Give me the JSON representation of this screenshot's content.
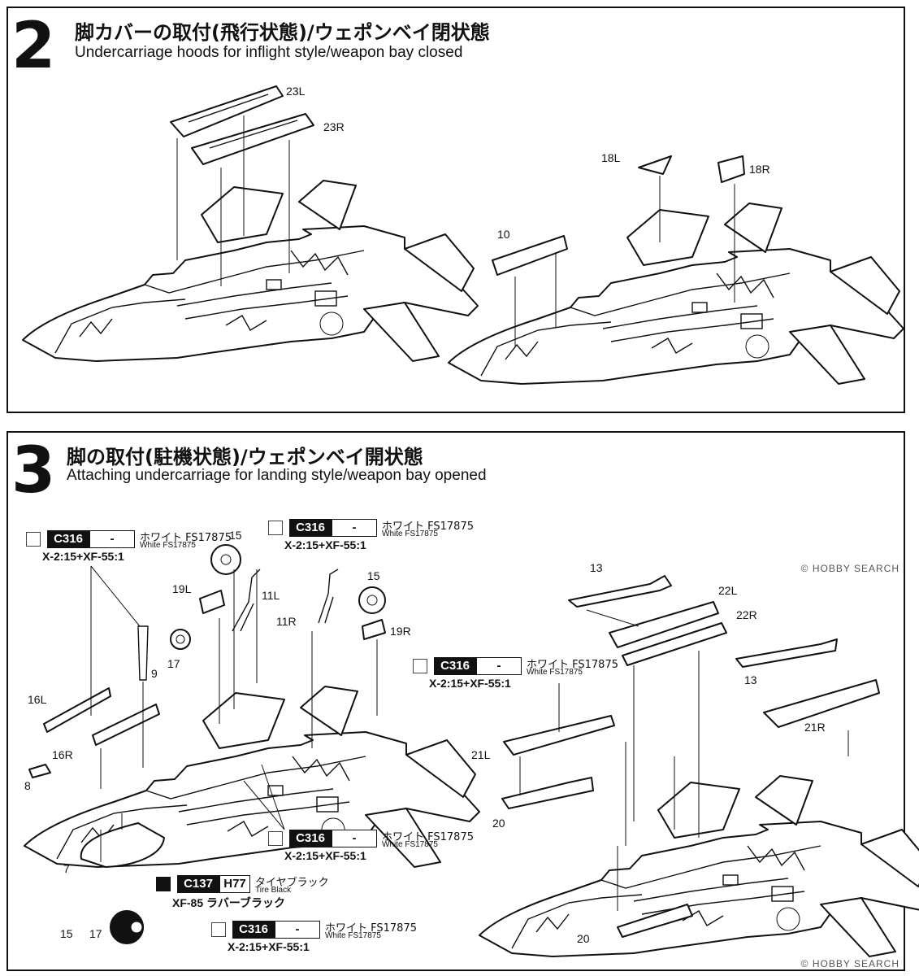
{
  "steps": [
    {
      "number": "2",
      "title_jp": "脚カバーの取付(飛行状態)/ウェポンベイ閉状態",
      "title_en": "Undercarriage hoods for inflight style/weapon bay closed"
    },
    {
      "number": "3",
      "title_jp": "脚の取付(駐機状態)/ウェポンベイ開状態",
      "title_en": "Attaching undercarriage for landing style/weapon bay opened"
    }
  ],
  "step2_parts": {
    "p23L": "23L",
    "p23R": "23R",
    "p18L": "18L",
    "p18R": "18R",
    "p10": "10"
  },
  "step3_parts": {
    "p15a": "15",
    "p15b": "15",
    "p15c": "15",
    "p11L": "11L",
    "p11R": "11R",
    "p19L": "19L",
    "p19R": "19R",
    "p17a": "17",
    "p17b": "17",
    "p9": "9",
    "p16L": "16L",
    "p16R": "16R",
    "p8": "8",
    "p7": "7",
    "p13a": "13",
    "p13b": "13",
    "p22L": "22L",
    "p22R": "22R",
    "p21L": "21L",
    "p21R": "21R",
    "p20a": "20",
    "p20b": "20"
  },
  "paint": {
    "white": {
      "code": "C316",
      "code2": "-",
      "name_jp": "ホワイト FS17875",
      "name_en": "White FS17875",
      "mix": "X-2:15+XF-55:1"
    },
    "tire": {
      "code": "C137",
      "code2": "H77",
      "name_jp": "タイヤブラック",
      "name_en": "Tire Black",
      "mix": "XF-85 ラバーブラック"
    }
  },
  "watermark": "© HOBBY SEARCH"
}
